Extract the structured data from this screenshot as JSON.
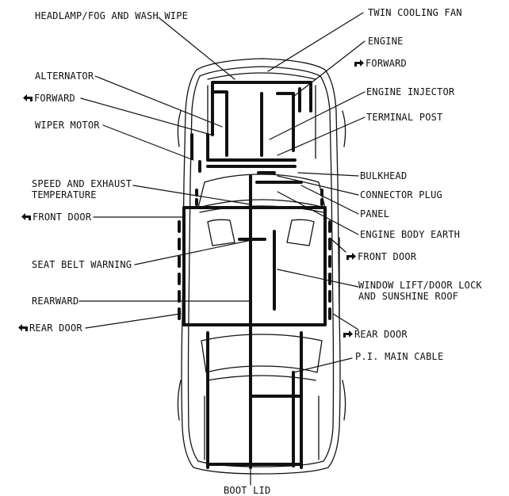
{
  "labels": {
    "headlamp": "HEADLAMP/FOG AND WASH WIPE",
    "twin_fan": "TWIN COOLING FAN",
    "engine": "ENGINE",
    "forward_right": "FORWARD",
    "alternator": "ALTERNATOR",
    "engine_injector": "ENGINE INJECTOR",
    "forward_left": "FORWARD",
    "terminal_post": "TERMINAL POST",
    "wiper_motor": "WIPER MOTOR",
    "bulkhead": "BULKHEAD",
    "speed_exhaust_1": "SPEED AND EXHAUST",
    "speed_exhaust_2": "TEMPERATURE",
    "connector_plug": "CONNECTOR PLUG",
    "panel": "PANEL",
    "front_door_left": "FRONT DOOR",
    "engine_body_earth": "ENGINE BODY EARTH",
    "front_door_right": "FRONT DOOR",
    "seat_belt": "SEAT BELT WARNING",
    "window_lift_1": "WINDOW LIFT/DOOR LOCK",
    "window_lift_2": "AND SUNSHINE ROOF",
    "rearward": "REARWARD",
    "rear_door_left": "REAR DOOR",
    "rear_door_right": "REAR DOOR",
    "pi_main_cable": "P.I. MAIN CABLE",
    "boot_lid": "BOOT LID"
  },
  "icons": {
    "arrow_left": "arrow-left-icon",
    "arrow_right": "arrow-right-icon"
  },
  "colors": {
    "ink": "#111111",
    "background": "#ffffff"
  }
}
